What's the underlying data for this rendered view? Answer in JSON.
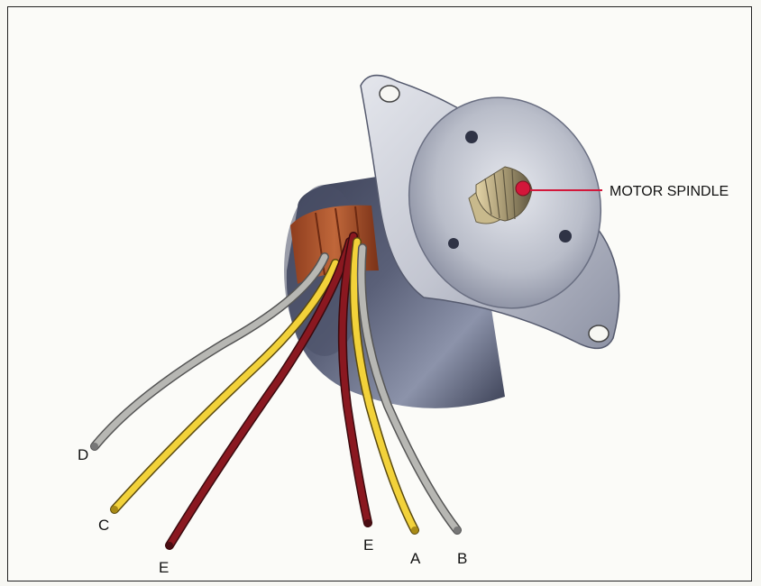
{
  "callout": {
    "text": "MOTOR SPINDLE",
    "line_color": "#d3173a"
  },
  "wires": [
    {
      "id": "D",
      "label": "D",
      "color": "#b7b7b3"
    },
    {
      "id": "C",
      "label": "C",
      "color": "#f2d23a"
    },
    {
      "id": "E1",
      "label": "E",
      "color": "#8a1820"
    },
    {
      "id": "E2",
      "label": "E",
      "color": "#8a1820"
    },
    {
      "id": "A",
      "label": "A",
      "color": "#f2d23a"
    },
    {
      "id": "B",
      "label": "B",
      "color": "#b7b7b3"
    }
  ],
  "colors": {
    "motor_body": "#4a5068",
    "flange": "#c9ccd6",
    "coil": "#b0562d"
  }
}
